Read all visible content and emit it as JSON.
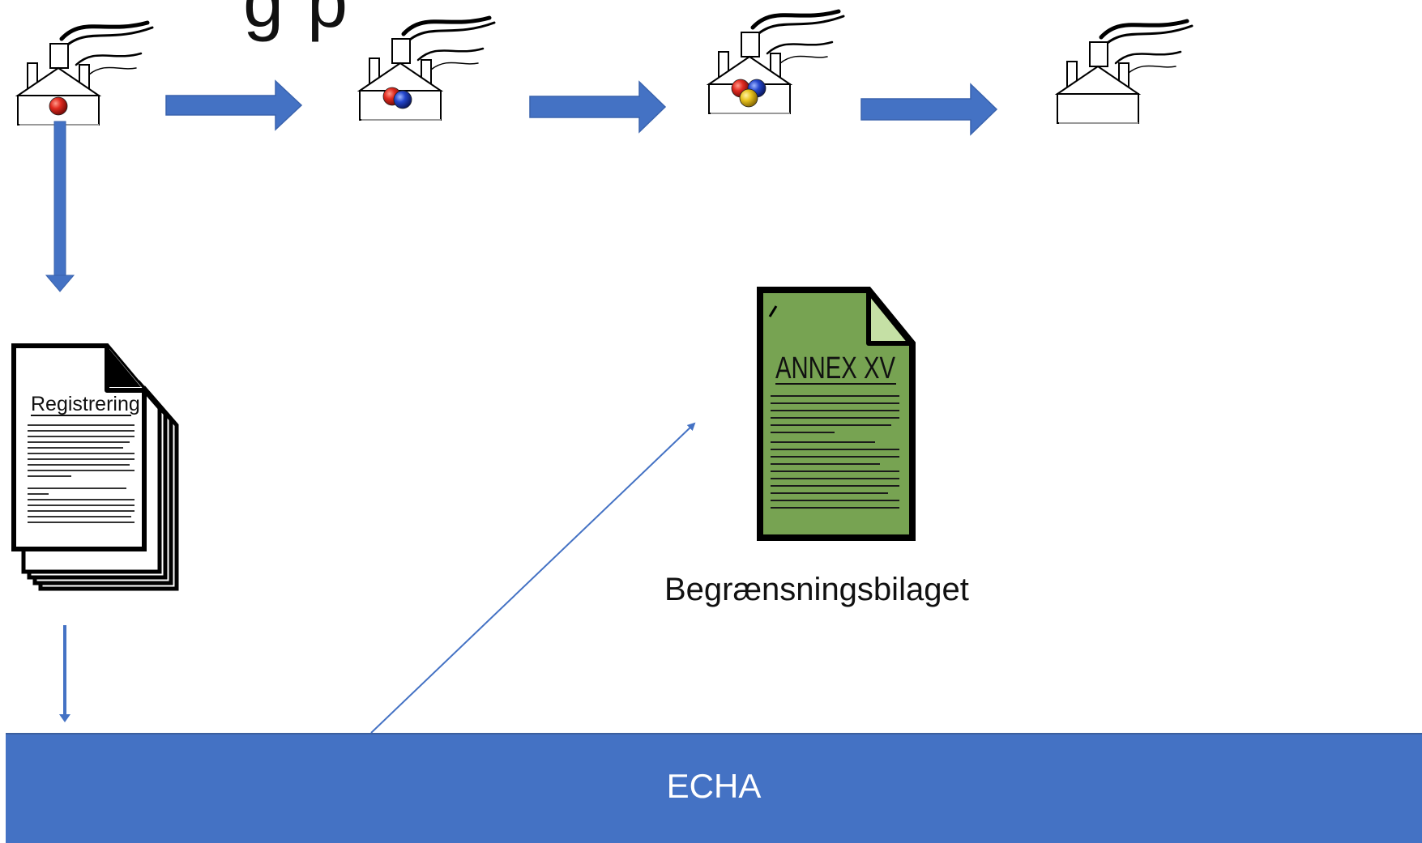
{
  "title_fragment": "g p",
  "registration_doc": {
    "label": "Registrering"
  },
  "annex_doc": {
    "label": "ANNEX XV",
    "caption": "Begrænsningsbilaget"
  },
  "echa": {
    "label": "ECHA"
  },
  "colors": {
    "arrow": "#4472c4",
    "echa_bar": "#4472c4",
    "annex_fill": "#77a352",
    "annex_corner": "#c5e0a5",
    "molecule_red": "#d9221c",
    "molecule_blue": "#2346c9",
    "molecule_yellow": "#e8c320"
  },
  "factories": [
    {
      "molecules": [
        "red"
      ]
    },
    {
      "molecules": [
        "red",
        "blue"
      ]
    },
    {
      "molecules": [
        "red",
        "blue",
        "yellow"
      ]
    },
    {
      "molecules": []
    }
  ]
}
